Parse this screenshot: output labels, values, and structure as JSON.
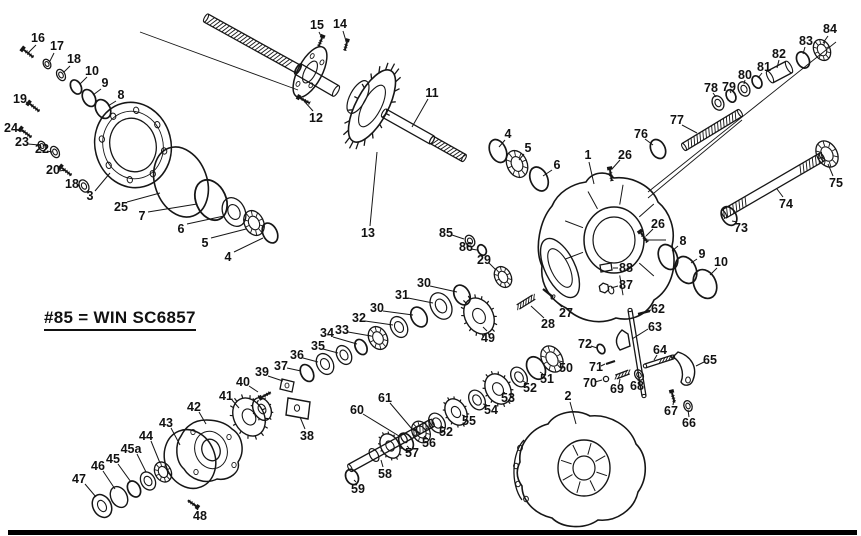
{
  "note": "#85 = WIN SC6857",
  "diagram": {
    "ink": "#161616",
    "background": "#ffffff",
    "callouts": [
      [
        "16",
        38,
        38,
        36,
        45,
        28,
        53
      ],
      [
        "17",
        57,
        46,
        54,
        53,
        50,
        61
      ],
      [
        "18",
        74,
        59,
        70,
        66,
        64,
        72
      ],
      [
        "10",
        92,
        71,
        87,
        77,
        80,
        84
      ],
      [
        "9",
        105,
        83,
        101,
        89,
        93,
        95
      ],
      [
        "8",
        121,
        95,
        116,
        101,
        108,
        106
      ],
      [
        "19",
        20,
        99,
        26,
        102,
        32,
        105
      ],
      [
        "24",
        11,
        128,
        17,
        130,
        25,
        132
      ],
      [
        "23",
        22,
        142,
        28,
        144,
        39,
        145
      ],
      [
        "22",
        42,
        149,
        47,
        151,
        52,
        152
      ],
      [
        "20",
        53,
        170,
        59,
        171,
        66,
        170
      ],
      [
        "18",
        72,
        184,
        77,
        185,
        80,
        186
      ],
      [
        "3",
        90,
        196,
        95,
        191,
        110,
        173
      ],
      [
        "25",
        121,
        207,
        127,
        202,
        160,
        193
      ],
      [
        "7",
        142,
        216,
        148,
        212,
        197,
        204
      ],
      [
        "6",
        181,
        229,
        187,
        224,
        224,
        216
      ],
      [
        "5",
        205,
        243,
        211,
        238,
        246,
        229
      ],
      [
        "4",
        228,
        257,
        234,
        252,
        263,
        238
      ],
      [
        "15",
        317,
        25,
        319,
        32,
        322,
        38
      ],
      [
        "14",
        340,
        24,
        343,
        31,
        346,
        41
      ],
      [
        "12",
        316,
        118,
        313,
        111,
        304,
        101
      ],
      [
        "11",
        432,
        93,
        428,
        99,
        412,
        127
      ],
      [
        "4",
        508,
        134,
        505,
        140,
        499,
        147
      ],
      [
        "5",
        528,
        148,
        524,
        154,
        519,
        160
      ],
      [
        "6",
        557,
        165,
        552,
        170,
        543,
        176
      ],
      [
        "1",
        588,
        155,
        589,
        162,
        594,
        184
      ],
      [
        "26",
        625,
        155,
        620,
        160,
        612,
        169
      ],
      [
        "78",
        711,
        88,
        713,
        93,
        716,
        97
      ],
      [
        "79",
        729,
        87,
        730,
        91,
        731,
        93
      ],
      [
        "80",
        745,
        75,
        745,
        80,
        744,
        84
      ],
      [
        "81",
        764,
        67,
        762,
        73,
        758,
        78
      ],
      [
        "82",
        779,
        54,
        779,
        60,
        777,
        68
      ],
      [
        "83",
        806,
        41,
        805,
        47,
        803,
        54
      ],
      [
        "84",
        830,
        29,
        828,
        36,
        823,
        43
      ],
      [
        "76",
        641,
        134,
        645,
        139,
        653,
        145
      ],
      [
        "77",
        677,
        120,
        682,
        125,
        697,
        133
      ],
      [
        "75",
        836,
        183,
        833,
        176,
        828,
        164
      ],
      [
        "74",
        786,
        204,
        783,
        197,
        777,
        189
      ],
      [
        "73",
        741,
        228,
        737,
        222,
        732,
        221
      ],
      [
        "26",
        658,
        224,
        653,
        229,
        646,
        236
      ],
      [
        "8",
        683,
        241,
        678,
        246,
        672,
        251
      ],
      [
        "9",
        702,
        254,
        697,
        259,
        691,
        263
      ],
      [
        "10",
        721,
        262,
        717,
        268,
        710,
        275
      ],
      [
        "88",
        626,
        268,
        618,
        268,
        613,
        268
      ],
      [
        "87",
        626,
        285,
        618,
        286,
        611,
        288
      ],
      [
        "13",
        368,
        233,
        370,
        226,
        377,
        152
      ],
      [
        "85",
        446,
        233,
        452,
        235,
        464,
        239
      ],
      [
        "86",
        466,
        247,
        471,
        249,
        477,
        250
      ],
      [
        "29",
        484,
        260,
        489,
        263,
        496,
        270
      ],
      [
        "30",
        424,
        283,
        430,
        286,
        457,
        292
      ],
      [
        "31",
        402,
        295,
        408,
        298,
        433,
        303
      ],
      [
        "30",
        377,
        308,
        383,
        311,
        413,
        315
      ],
      [
        "32",
        359,
        318,
        365,
        321,
        393,
        325
      ],
      [
        "33",
        342,
        330,
        348,
        332,
        371,
        336
      ],
      [
        "34",
        327,
        333,
        333,
        337,
        357,
        344
      ],
      [
        "35",
        318,
        346,
        323,
        349,
        338,
        353
      ],
      [
        "36",
        297,
        355,
        303,
        358,
        318,
        362
      ],
      [
        "37",
        281,
        366,
        287,
        368,
        301,
        371
      ],
      [
        "39",
        262,
        372,
        268,
        376,
        283,
        381
      ],
      [
        "40",
        243,
        382,
        249,
        386,
        258,
        392
      ],
      [
        "41",
        226,
        396,
        232,
        400,
        239,
        408
      ],
      [
        "42",
        194,
        407,
        199,
        412,
        206,
        424
      ],
      [
        "43",
        166,
        423,
        171,
        428,
        180,
        445
      ],
      [
        "44",
        146,
        436,
        151,
        441,
        160,
        463
      ],
      [
        "45a",
        131,
        449,
        137,
        454,
        146,
        472
      ],
      [
        "45",
        113,
        459,
        118,
        464,
        131,
        482
      ],
      [
        "46",
        98,
        466,
        103,
        471,
        115,
        489
      ],
      [
        "47",
        79,
        479,
        85,
        484,
        96,
        497
      ],
      [
        "48",
        200,
        516,
        198,
        510,
        194,
        504
      ],
      [
        "38",
        307,
        436,
        305,
        429,
        300,
        417
      ],
      [
        "28",
        548,
        324,
        544,
        318,
        531,
        306
      ],
      [
        "27",
        566,
        313,
        562,
        307,
        551,
        297
      ],
      [
        "49",
        488,
        338,
        487,
        331,
        483,
        327
      ],
      [
        "50",
        566,
        368,
        562,
        364,
        559,
        362
      ],
      [
        "51",
        547,
        379,
        543,
        374,
        540,
        372
      ],
      [
        "52",
        530,
        388,
        526,
        383,
        523,
        381
      ],
      [
        "53",
        508,
        398,
        505,
        393,
        503,
        392
      ],
      [
        "54",
        491,
        410,
        487,
        405,
        483,
        404
      ],
      [
        "55",
        469,
        421,
        465,
        416,
        462,
        415
      ],
      [
        "52",
        446,
        432,
        443,
        427,
        441,
        426
      ],
      [
        "56",
        429,
        443,
        426,
        438,
        424,
        436
      ],
      [
        "57",
        412,
        453,
        409,
        448,
        407,
        446
      ],
      [
        "58",
        385,
        474,
        383,
        467,
        381,
        460
      ],
      [
        "59",
        358,
        489,
        356,
        482,
        354,
        480
      ],
      [
        "60",
        357,
        410,
        363,
        414,
        399,
        436
      ],
      [
        "61",
        385,
        398,
        390,
        403,
        412,
        429
      ],
      [
        "62",
        658,
        309,
        651,
        310,
        647,
        311
      ],
      [
        "63",
        655,
        327,
        648,
        329,
        632,
        339
      ],
      [
        "72",
        585,
        344,
        591,
        346,
        597,
        348
      ],
      [
        "71",
        596,
        367,
        601,
        366,
        605,
        364
      ],
      [
        "70",
        590,
        383,
        595,
        382,
        602,
        380
      ],
      [
        "69",
        617,
        389,
        619,
        384,
        620,
        379
      ],
      [
        "68",
        637,
        386,
        638,
        381,
        639,
        378
      ],
      [
        "64",
        660,
        350,
        657,
        355,
        654,
        360
      ],
      [
        "65",
        710,
        360,
        704,
        362,
        696,
        366
      ],
      [
        "67",
        671,
        411,
        673,
        405,
        674,
        399
      ],
      [
        "66",
        689,
        423,
        689,
        417,
        688,
        410
      ],
      [
        "2",
        568,
        396,
        570,
        402,
        576,
        424
      ]
    ]
  }
}
